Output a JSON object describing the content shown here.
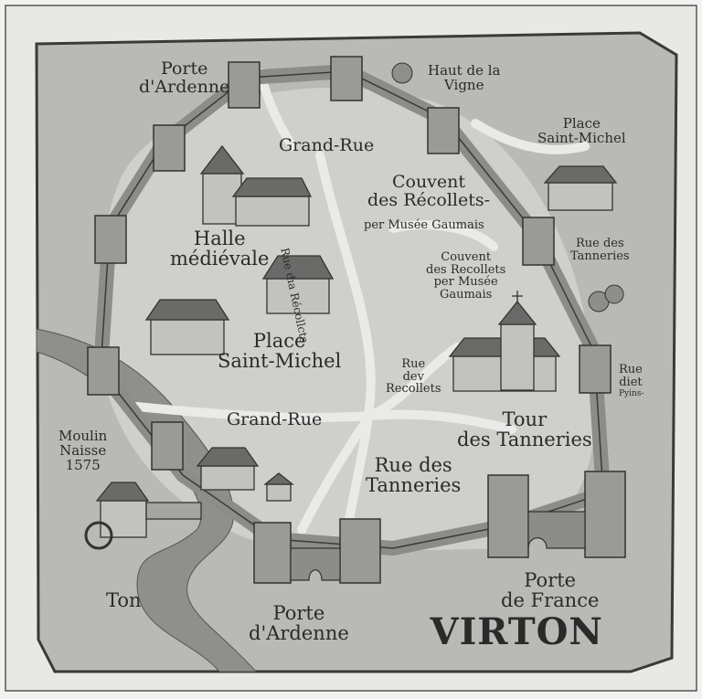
{
  "title": "VIRTON",
  "labels": {
    "porte_ardenne_top": "Porte\nd'Ardenne",
    "haut_vigne": "Haut de la\nVigne",
    "place_st_michel_right": "Place\nSaint-Michel",
    "grand_rue_top": "Grand-Rue",
    "couvent_1": "Couvent\ndes Récollets-",
    "couvent_1_sub": "per Musée Gaumais",
    "couvent_2": "Couvent\ndes Recollets\nper Musée\nGaumais",
    "rue_tanneries_right": "Rue des\nTanneries",
    "rue_recollets_vertical": "Rue dıa Récollcts",
    "halle": "Halle\nmédiévale",
    "place_st_michel_center": "Place\nSaint-Michel",
    "rue_dev_recollets": "Rue\ndev\nRecollets",
    "rue_diet": "Rue\ndiet",
    "rue_diet_sub": "Pyins-",
    "tour_tanneries": "Tour\ndes Tanneries",
    "grand_rue_bottom": "Grand-Rue",
    "rue_des_tanneries_center": "Rue des\nTanneries",
    "moulin": "Moulin\nNaisse\n1575",
    "ton": "Ton",
    "porte_ardenne_bottom": "Porte\nd'Ardenne",
    "porte_france": "Porte\nde France"
  },
  "colors": {
    "background": "#f2f2f0",
    "land": "#b9b9b6",
    "inner": "#cfcfcc",
    "wall": "#8c8c89",
    "tower": "#9a9a97",
    "roof": "#6a6a68",
    "river": "#8f8f8c",
    "ink": "#2b2b2b"
  }
}
